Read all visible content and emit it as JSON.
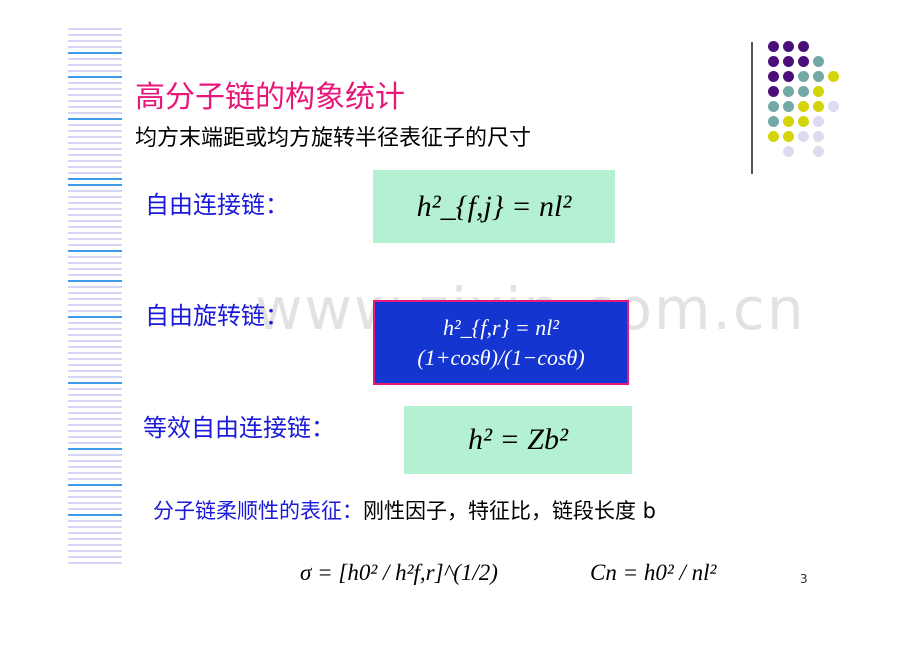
{
  "slide": {
    "title": "高分子链的构象统计",
    "subtitle": "均方末端距或均方旋转半径表征子的尺寸",
    "items": [
      {
        "label": "自由连接链：",
        "formula": "h²_{f,j} = nl²"
      },
      {
        "label": "自由旋转链：",
        "formula": "h²_{f,r} = nl² (1+cosθ)/(1−cosθ)"
      },
      {
        "label": "等效自由连接链：",
        "formula": "h² = Zb²"
      }
    ],
    "flex_label": "分子链柔顺性的表征：",
    "flex_text": "刚性因子，特征比，链段长度 b",
    "formula_sigma": "σ = [h0² / h²f,r]^(1/2)",
    "formula_cn": "Cn = h0² / nl²",
    "page_number": "3",
    "watermark": "www.zixin.com.cn"
  },
  "colors": {
    "title": "#e8177a",
    "label": "#1a1ad8",
    "mint": "#b4f0d2",
    "blue_box": "#1535d0",
    "purple": "#4b0f7a",
    "teal": "#72a8a6",
    "yellow": "#d4d40a",
    "lavender": "#dcdcf0"
  }
}
